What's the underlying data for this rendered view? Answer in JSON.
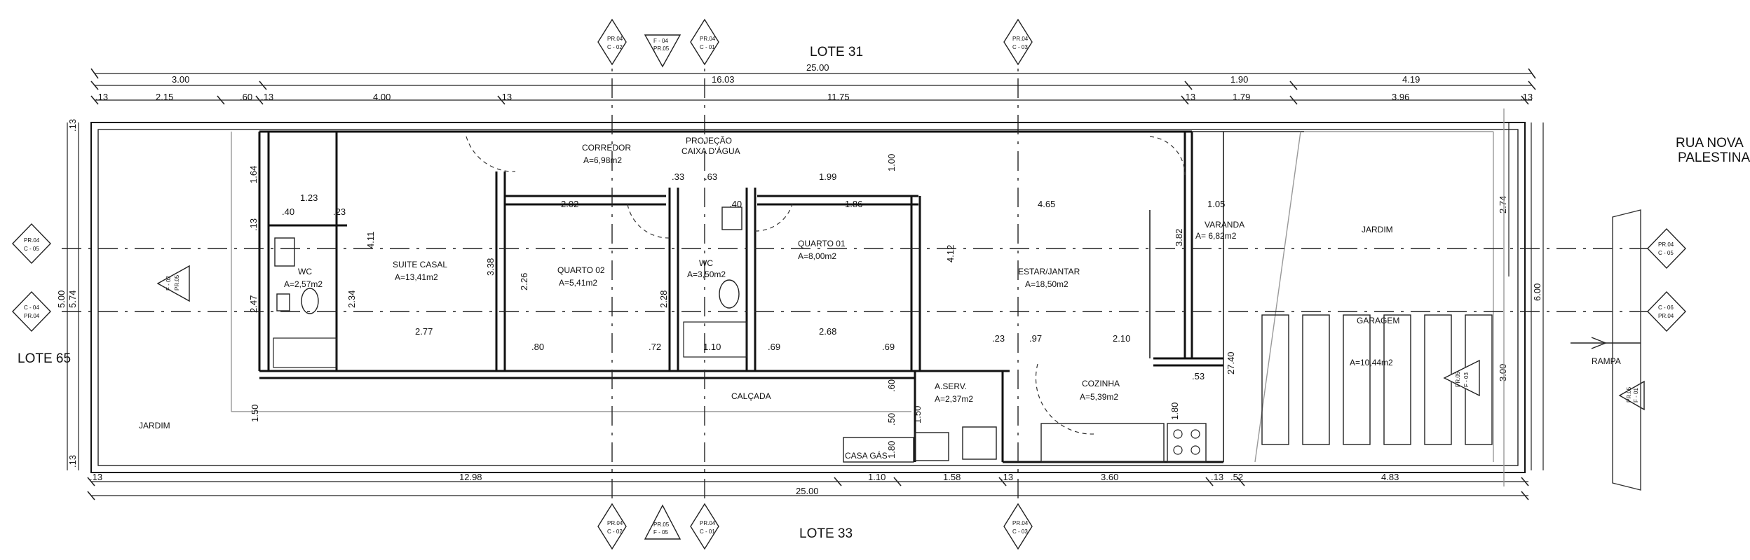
{
  "labels": {
    "lote_top": "LOTE 31",
    "lote_bottom": "LOTE 33",
    "lote_left": "LOTE 65",
    "street": [
      "RUA NOVA",
      "PALESTINA"
    ],
    "jardim_left": "JARDIM",
    "jardim_right": "JARDIM",
    "calcada": "CALÇADA",
    "casa_gas": "CASA GÁS",
    "rampa": "RAMPA",
    "projecao": [
      "PROJEÇÃO",
      "CAIXA D'ÁGUA"
    ]
  },
  "rooms": {
    "wc1": {
      "name": "WC",
      "area": "A=2,57m2"
    },
    "suite": {
      "name": "SUITE CASAL",
      "area": "A=13,41m2"
    },
    "corredor": {
      "name": "CORREDOR",
      "area": "A=6,98m2"
    },
    "quarto2": {
      "name": "QUARTO 02",
      "area": "A=5,41m2"
    },
    "wc2": {
      "name": "WC",
      "area": "A=3,50m2"
    },
    "quarto1": {
      "name": "QUARTO 01",
      "area": "A=8,00m2"
    },
    "estar": {
      "name": "ESTAR/JANTAR",
      "area": "A=18,50m2"
    },
    "varanda": {
      "name": "VARANDA",
      "area": "A= 6,82m2"
    },
    "aserv": {
      "name": "A.SERV.",
      "area": "A=2,37m2"
    },
    "cozinha": {
      "name": "COZINHA",
      "area": "A=5,39m2"
    },
    "garagem": {
      "name": "GARAGEM",
      "area": "A=10,44m2"
    }
  },
  "dims": {
    "top_total": "25.00",
    "top_row1": [
      "3.00",
      "16.03",
      "1.90",
      "4.19"
    ],
    "top_row2": [
      ".13",
      "2.15",
      ".60",
      ".13",
      "4.00",
      ".13",
      "11.75",
      ".13",
      "1.79",
      "3.96",
      ".13"
    ],
    "bottom_total": "25.00",
    "bottom_row": [
      ".13",
      "12.98",
      "1.10",
      "1.58",
      ".13",
      "3.60",
      ".13",
      ".52",
      "4.83"
    ],
    "left": [
      "5.00",
      "5.74",
      ".13",
      ".13"
    ],
    "right": [
      "6.00",
      "2.74",
      "3.00"
    ],
    "interior": [
      "1.23",
      ".40",
      ".23",
      "1.64",
      ".13",
      "2.47",
      "2.34",
      "4.11",
      "2.77",
      "3.38",
      "2.02",
      "2.26",
      "2.28",
      ".80",
      ".72",
      "1.10",
      ".33",
      ".63",
      ".40",
      "1.99",
      "1.86",
      "1.00",
      "2.68",
      ".69",
      ".69",
      "4.12",
      "4.65",
      "3.82",
      "1.05",
      ".23",
      ".97",
      "2.10",
      ".53",
      "1.80",
      "27.40",
      ".60",
      ".50",
      "1.50",
      "1.50",
      "1.80"
    ]
  },
  "tags": {
    "section_c02": [
      "PR.04",
      "C - 02"
    ],
    "section_c01": [
      "PR.04",
      "C - 01"
    ],
    "section_c03": [
      "PR.04",
      "C - 03"
    ],
    "section_c04": [
      "C - 04",
      "PR.04"
    ],
    "section_c05": [
      "PR.04",
      "C - 05"
    ],
    "section_c06": [
      "C - 06",
      "PR.04"
    ],
    "facade_f04": [
      "F - 04",
      "PR.05"
    ],
    "facade_f05": [
      "PR.05",
      "F - 05"
    ],
    "facade_f02": [
      "F - 02",
      "PR.05"
    ],
    "facade_f03": [
      "PR.05",
      "F - 03"
    ],
    "facade_f01": [
      "PR.05",
      "F - 01"
    ]
  }
}
